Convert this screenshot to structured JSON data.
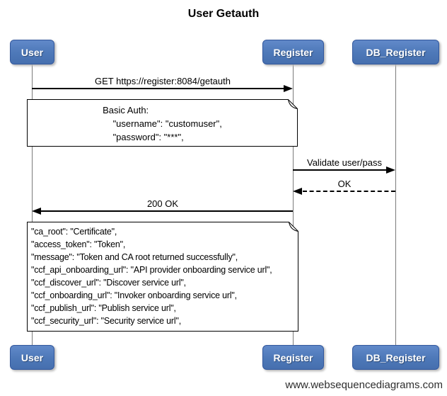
{
  "title": "User Getauth",
  "watermark": "www.websequencediagrams.com",
  "actors": [
    {
      "name": "User"
    },
    {
      "name": "Register"
    },
    {
      "name": "DB_Register"
    }
  ],
  "messages": [
    {
      "label": "GET https://register:8084/getauth",
      "from": "User",
      "to": "Register",
      "line": "solid"
    },
    {
      "label": "Validate user/pass",
      "from": "Register",
      "to": "DB_Register",
      "line": "solid"
    },
    {
      "label": "OK",
      "from": "DB_Register",
      "to": "Register",
      "line": "dashed"
    },
    {
      "label": "200 OK",
      "from": "Register",
      "to": "User",
      "line": "solid"
    }
  ],
  "notes": [
    {
      "over": "User,Register",
      "text": "Basic Auth:\n    \"username\": \"customuser\",\n    \"password\": \"***\","
    },
    {
      "over": "User,Register",
      "text": "\"ca_root\": \"Certificate\",\n\"access_token\": \"Token\",\n\"message\": \"Token and CA root returned successfully\",\n\"ccf_api_onboarding_url\": \"API provider onboarding service url\",\n\"ccf_discover_url\": \"Discover service url\",\n\"ccf_onboarding_url\": \"Invoker onboarding service url\",\n\"ccf_publish_url\": \"Publish service url\",\n\"ccf_security_url\": \"Security service url\","
    }
  ],
  "colors": {
    "actor_fill": "#4d78b8",
    "actor_border": "#33589d",
    "actor_text": "#ffffff",
    "lifeline": "#7a7a7a",
    "arrow": "#000000",
    "note_background": "#ffffff",
    "note_border": "#000000",
    "background": "#ffffff"
  }
}
